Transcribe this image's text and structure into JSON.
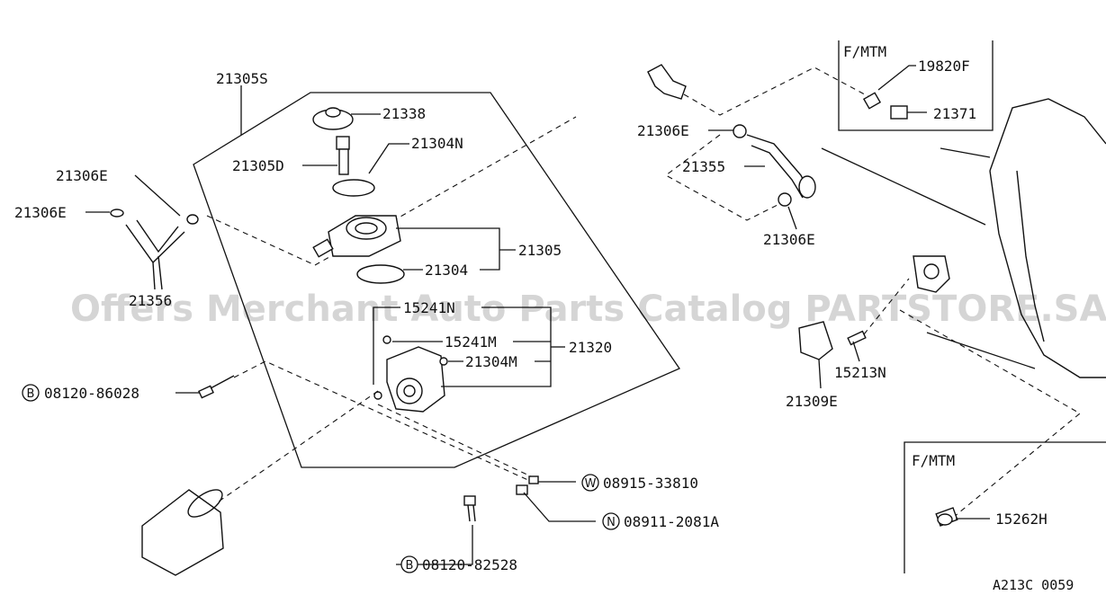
{
  "callouts": {
    "p21305S": "21305S",
    "p21338": "21338",
    "p21304N": "21304N",
    "p21305D": "21305D",
    "p21306E_a": "21306E",
    "p21306E_b": "21306E",
    "p21305": "21305",
    "p21304": "21304",
    "p21356": "21356",
    "p15241N": "15241N",
    "p15241M": "15241M",
    "p21320": "21320",
    "p21304M": "21304M",
    "p08120_86028": "08120-86028",
    "p08915_33810": "08915-33810",
    "p08911_2081A": "08911-2081A",
    "p08120_82528": "08120-82528",
    "p21306E_c": "21306E",
    "p21355": "21355",
    "p21306E_d": "21306E",
    "p19820F": "19820F",
    "p21371": "21371",
    "p15213N": "15213N",
    "p21309E": "21309E",
    "p15262H": "15262H"
  },
  "markers": {
    "bolt_b1": "B",
    "washer_w": "W",
    "nut_n": "N",
    "bolt_b2": "B"
  },
  "boxes": {
    "inset_top_title": "F/MTM",
    "inset_bottom_title": "F/MTM"
  },
  "watermark": "Offers Merchant Auto Parts Catalog PARTSTORE.SA",
  "diagram_code": "A213C 0059"
}
